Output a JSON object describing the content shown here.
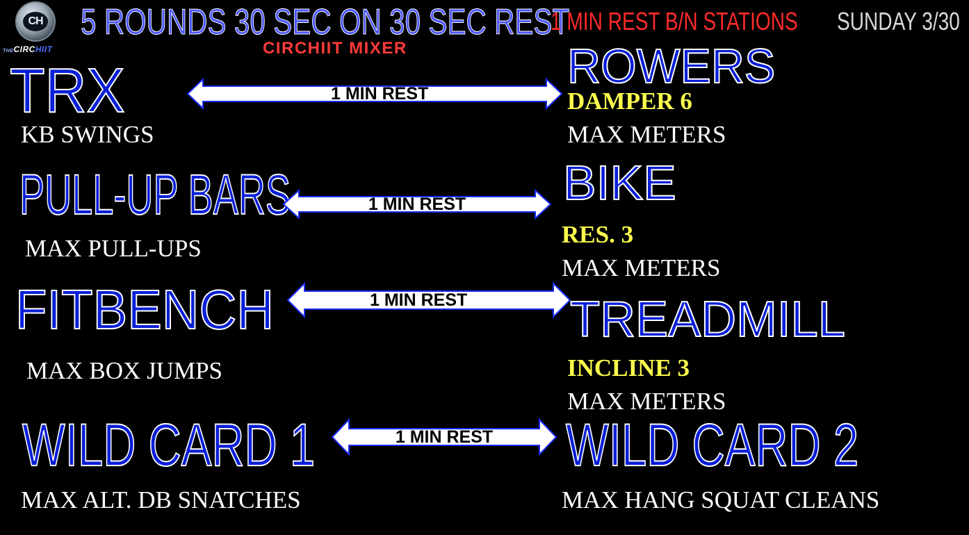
{
  "header": {
    "logo_text": "CH",
    "brand_prefix": "THE",
    "brand_circ": "CIRC",
    "brand_hiit": "HIIT",
    "title": "5 ROUNDS 30 SEC ON 30 SEC REST",
    "subtitle": "CIRCHIIT MIXER",
    "station_rest": "1 MIN REST B/N STATIONS",
    "date": "SUNDAY 3/30"
  },
  "pairs": [
    {
      "left": {
        "name": "TRX",
        "desc": "KB SWINGS"
      },
      "rest_label": "1 MIN REST",
      "right": {
        "name": "ROWERS",
        "setting": "DAMPER 6",
        "desc": "MAX METERS"
      }
    },
    {
      "left": {
        "name": "PULL-UP BARS",
        "desc": "MAX PULL-UPS"
      },
      "rest_label": "1 MIN REST",
      "right": {
        "name": "BIKE",
        "setting": "RES. 3",
        "desc": "MAX METERS"
      }
    },
    {
      "left": {
        "name": "FITBENCH",
        "desc": "MAX BOX JUMPS"
      },
      "rest_label": "1 MIN REST",
      "right": {
        "name": "TREADMILL",
        "setting": "INCLINE 3",
        "desc": "MAX METERS"
      }
    },
    {
      "left": {
        "name": "WILD CARD 1",
        "desc": "MAX  ALT. DB SNATCHES"
      },
      "rest_label": "1 MIN REST",
      "right": {
        "name": "WILD CARD 2",
        "desc": "MAX HANG SQUAT CLEANS"
      }
    }
  ],
  "colors": {
    "station_blue": "#0a1fd6",
    "title_blue": "#4a55ff",
    "rest_red": "#ff2a2a",
    "setting_yellow": "#ffff4d"
  }
}
